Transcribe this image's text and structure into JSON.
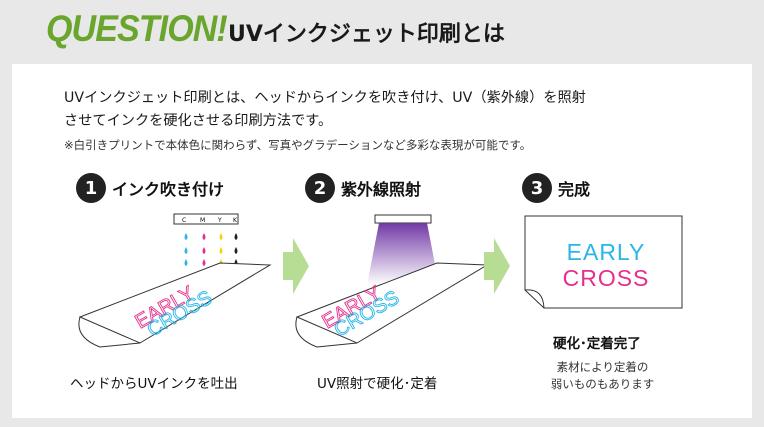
{
  "header": {
    "question_word": "QUESTION!",
    "title": "UVインクジェット印刷とは"
  },
  "intro": {
    "line1": "UVインクジェット印刷とは、ヘッドからインクを吹き付け、UV（紫外線）を照射",
    "line2": "させてインクを硬化させる印刷方法です。",
    "note": "※白引きプリントで本体色に関わらず、写真やグラデーションなど多彩な表現が可能です。"
  },
  "steps": [
    {
      "number": "1",
      "label": "インク吹き付け",
      "caption": "ヘッドからUVインクを吐出"
    },
    {
      "number": "2",
      "label": "紫外線照射",
      "caption": "UV照射で硬化･定着"
    },
    {
      "number": "3",
      "label": "完成",
      "caption": "硬化･定着完了",
      "sub1": "素材により定着の",
      "sub2": "弱いものもあります"
    }
  ],
  "ink_head_letters": [
    "C",
    "M",
    "Y",
    "K"
  ],
  "sample_text": {
    "line1": "EARLY",
    "line2": "CROSS"
  },
  "colors": {
    "brand_green": "#6aa52e",
    "arrow_green": "#b7dd95",
    "cyan": "#29b6e8",
    "magenta": "#e62e8b",
    "yellow": "#f2d60a",
    "black": "#222222",
    "uv_purple": "#6a2fa0"
  }
}
